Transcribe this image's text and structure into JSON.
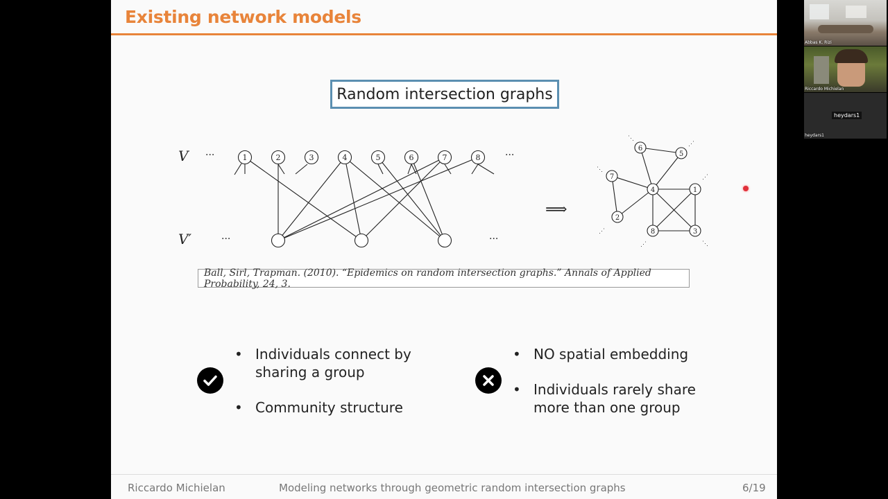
{
  "slide": {
    "title": "Existing network models",
    "boxed_title": "Random intersection graphs",
    "figure": {
      "v_label": "V",
      "vprime_label": "V′",
      "ellipsis": "···",
      "top_nodes": [
        "1",
        "2",
        "3",
        "4",
        "5",
        "6",
        "7",
        "8"
      ],
      "implies": "⟹",
      "projected_nodes": [
        "6",
        "5",
        "7",
        "4",
        "1",
        "2",
        "8",
        "3"
      ]
    },
    "citation": "Ball, Sirl, Trapman. (2010). “Epidemics on random intersection graphs.” Annals of Applied Probability, 24, 3.",
    "pros": {
      "icon": "check-icon",
      "items": [
        "Individuals connect by sharing a group",
        "Community structure"
      ]
    },
    "cons": {
      "icon": "cross-icon",
      "items": [
        "NO spatial embedding",
        "Individuals rarely share more than one group"
      ]
    },
    "footer": {
      "author": "Riccardo Michielan",
      "talk_title": "Modeling networks through geometric random intersection graphs",
      "page": "6/19"
    }
  },
  "participants": [
    {
      "name": "Abbas K. Rizi",
      "label": ""
    },
    {
      "name": "Riccardo Michielan",
      "label": ""
    },
    {
      "name": "heydars1",
      "label": "heydars1"
    }
  ],
  "colors": {
    "accent": "#e8843a",
    "box_border": "#5b8fb1"
  }
}
